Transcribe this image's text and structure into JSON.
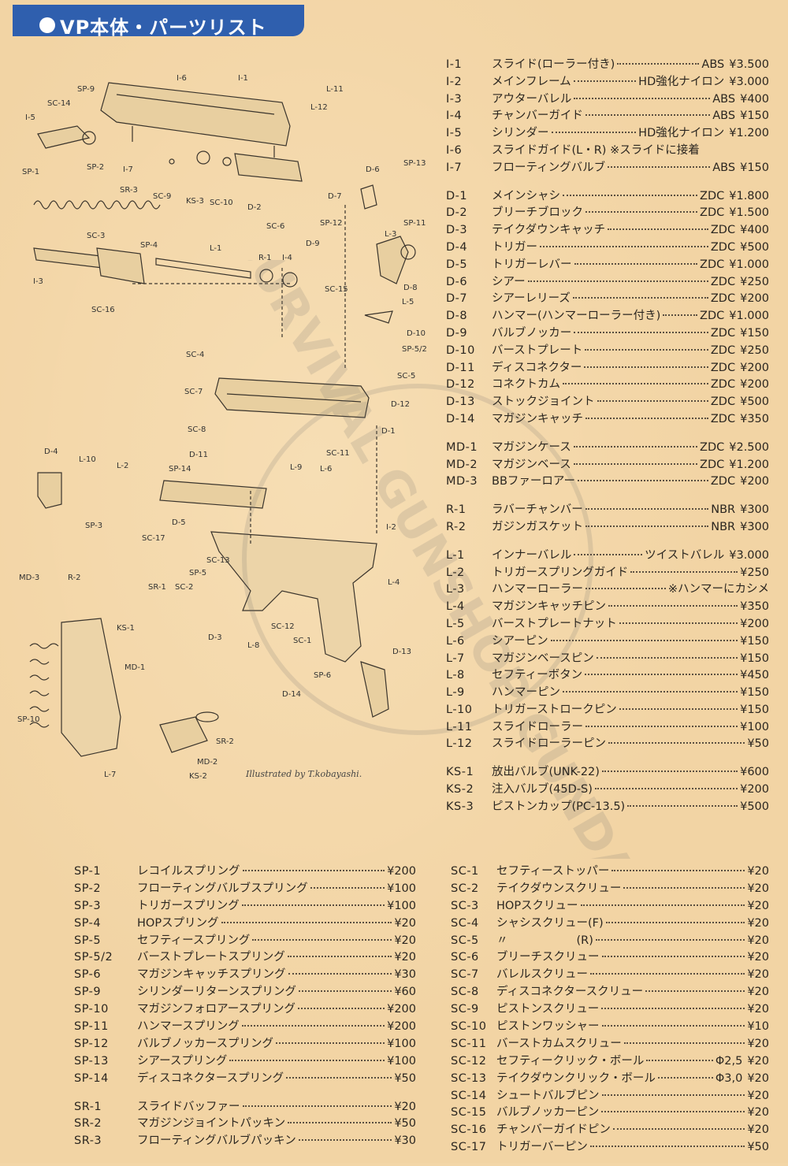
{
  "title": "VP本体・パーツリスト",
  "credit": "Illustrated by T.kobayashi.",
  "watermark": "TOTAL SURVIVAL GUNSHOP GUNDAY .com",
  "diagram_labels": [
    "I-6",
    "I-1",
    "SP-9",
    "L-11",
    "SC-14",
    "L-12",
    "I-5",
    "SP-2",
    "I-7",
    "SR-3",
    "SC-9",
    "KS-3",
    "SC-10",
    "D-2",
    "SP-1",
    "SC-6",
    "D-6",
    "SP-13",
    "D-7",
    "SP-12",
    "SP-11",
    "L-3",
    "SC-3",
    "SP-4",
    "L-1",
    "D-9",
    "R-1",
    "I-4",
    "I-3",
    "SC-16",
    "SC-15",
    "D-8",
    "L-5",
    "D-10",
    "SP-5/2",
    "SC-4",
    "SC-5",
    "SC-7",
    "D-12",
    "D-1",
    "SC-11",
    "L-9",
    "L-6",
    "SC-8",
    "D-11",
    "D-4",
    "L-10",
    "L-2",
    "SP-14",
    "SP-3",
    "D-5",
    "SC-17",
    "I-2",
    "SC-13",
    "SP-5",
    "SR-1",
    "SC-2",
    "MD-3",
    "R-2",
    "L-4",
    "KS-1",
    "D-3",
    "SC-12",
    "MD-1",
    "L-8",
    "SC-1",
    "D-13",
    "SP-6",
    "D-14",
    "SP-10",
    "SR-2",
    "MD-2",
    "L-7",
    "KS-2"
  ],
  "parts_right": [
    [
      {
        "code": "I-1",
        "name": "スライド(ローラー付き)",
        "spec": "ABS",
        "price": "¥3.500"
      },
      {
        "code": "I-2",
        "name": "メインフレーム",
        "spec": "HD強化ナイロン",
        "price": "¥3.000"
      },
      {
        "code": "I-3",
        "name": "アウターバレル",
        "spec": "ABS",
        "price": "¥400"
      },
      {
        "code": "I-4",
        "name": "チャンバーガイド",
        "spec": "ABS",
        "price": "¥150"
      },
      {
        "code": "I-5",
        "name": "シリンダー",
        "spec": "HD強化ナイロン",
        "price": "¥1.200"
      },
      {
        "code": "I-6",
        "name": "スライドガイド(L・R) ※スライドに接着",
        "spec": "",
        "price": ""
      },
      {
        "code": "I-7",
        "name": "フローティングバルブ",
        "spec": "ABS",
        "price": "¥150"
      }
    ],
    [
      {
        "code": "D-1",
        "name": "メインシャシ",
        "spec": "ZDC",
        "price": "¥1.800"
      },
      {
        "code": "D-2",
        "name": "ブリーチブロック",
        "spec": "ZDC",
        "price": "¥1.500"
      },
      {
        "code": "D-3",
        "name": "テイクダウンキャッチ",
        "spec": "ZDC",
        "price": "¥400"
      },
      {
        "code": "D-4",
        "name": "トリガー",
        "spec": "ZDC",
        "price": "¥500"
      },
      {
        "code": "D-5",
        "name": "トリガーレバー",
        "spec": "ZDC",
        "price": "¥1.000"
      },
      {
        "code": "D-6",
        "name": "シアー",
        "spec": "ZDC",
        "price": "¥250"
      },
      {
        "code": "D-7",
        "name": "シアーレリーズ",
        "spec": "ZDC",
        "price": "¥200"
      },
      {
        "code": "D-8",
        "name": "ハンマー(ハンマーローラー付き)",
        "spec": "ZDC",
        "price": "¥1.000"
      },
      {
        "code": "D-9",
        "name": "バルブノッカー",
        "spec": "ZDC",
        "price": "¥150"
      },
      {
        "code": "D-10",
        "name": "バーストプレート",
        "spec": "ZDC",
        "price": "¥250"
      },
      {
        "code": "D-11",
        "name": "ディスコネクター",
        "spec": "ZDC",
        "price": "¥200"
      },
      {
        "code": "D-12",
        "name": "コネクトカム",
        "spec": "ZDC",
        "price": "¥200"
      },
      {
        "code": "D-13",
        "name": "ストックジョイント",
        "spec": "ZDC",
        "price": "¥500"
      },
      {
        "code": "D-14",
        "name": "マガジンキャッチ",
        "spec": "ZDC",
        "price": "¥350"
      }
    ],
    [
      {
        "code": "MD-1",
        "name": "マガジンケース",
        "spec": "ZDC",
        "price": "¥2.500"
      },
      {
        "code": "MD-2",
        "name": "マガジンベース",
        "spec": "ZDC",
        "price": "¥1.200"
      },
      {
        "code": "MD-3",
        "name": "BBファーロアー",
        "spec": "ZDC",
        "price": "¥200"
      }
    ],
    [
      {
        "code": "R-1",
        "name": "ラバーチャンバー",
        "spec": "NBR",
        "price": "¥300"
      },
      {
        "code": "R-2",
        "name": "ガジンガスケット",
        "spec": "NBR",
        "price": "¥300"
      }
    ],
    [
      {
        "code": "L-1",
        "name": "インナーバレル",
        "spec": "ツイストバレル",
        "price": "¥3.000"
      },
      {
        "code": "L-2",
        "name": "トリガースプリングガイド",
        "spec": "",
        "price": "¥250"
      },
      {
        "code": "L-3",
        "name": "ハンマーローラー",
        "spec": "",
        "price": "※ハンマーにカシメ"
      },
      {
        "code": "L-4",
        "name": "マガジンキャッチピン",
        "spec": "",
        "price": "¥350"
      },
      {
        "code": "L-5",
        "name": "バーストプレートナット",
        "spec": "",
        "price": "¥200"
      },
      {
        "code": "L-6",
        "name": "シアーピン",
        "spec": "",
        "price": "¥150"
      },
      {
        "code": "L-7",
        "name": "マガジンベースピン",
        "spec": "",
        "price": "¥150"
      },
      {
        "code": "L-8",
        "name": "セフティーボタン",
        "spec": "",
        "price": "¥450"
      },
      {
        "code": "L-9",
        "name": "ハンマーピン",
        "spec": "",
        "price": "¥150"
      },
      {
        "code": "L-10",
        "name": "トリガーストロークピン",
        "spec": "",
        "price": "¥150"
      },
      {
        "code": "L-11",
        "name": "スライドローラー",
        "spec": "",
        "price": "¥100"
      },
      {
        "code": "L-12",
        "name": "スライドローラーピン",
        "spec": "",
        "price": "¥50"
      }
    ],
    [
      {
        "code": "KS-1",
        "name": "放出バルブ(UNK-22)",
        "spec": "",
        "price": "¥600"
      },
      {
        "code": "KS-2",
        "name": "注入バルブ(45D-S)",
        "spec": "",
        "price": "¥200"
      },
      {
        "code": "KS-3",
        "name": "ピストンカップ(PC-13.5)",
        "spec": "",
        "price": "¥500"
      }
    ]
  ],
  "parts_sp": [
    [
      {
        "code": "SP-1",
        "name": "レコイルスプリング",
        "spec": "",
        "price": "¥200"
      },
      {
        "code": "SP-2",
        "name": "フローティングバルブスプリング",
        "spec": "",
        "price": "¥100"
      },
      {
        "code": "SP-3",
        "name": "トリガースプリング",
        "spec": "",
        "price": "¥100"
      },
      {
        "code": "SP-4",
        "name": "HOPスプリング",
        "spec": "",
        "price": "¥20"
      },
      {
        "code": "SP-5",
        "name": "セフティースプリング",
        "spec": "",
        "price": "¥20"
      },
      {
        "code": "SP-5/2",
        "name": "バーストプレートスプリング",
        "spec": "",
        "price": "¥20"
      },
      {
        "code": "SP-6",
        "name": "マガジンキャッチスプリング",
        "spec": "",
        "price": "¥30"
      },
      {
        "code": "SP-9",
        "name": "シリンダーリターンスプリング",
        "spec": "",
        "price": "¥60"
      },
      {
        "code": "SP-10",
        "name": "マガジンフォロアースプリング",
        "spec": "",
        "price": "¥200"
      },
      {
        "code": "SP-11",
        "name": "ハンマースプリング",
        "spec": "",
        "price": "¥200"
      },
      {
        "code": "SP-12",
        "name": "バルブノッカースプリング",
        "spec": "",
        "price": "¥100"
      },
      {
        "code": "SP-13",
        "name": "シアースプリング",
        "spec": "",
        "price": "¥100"
      },
      {
        "code": "SP-14",
        "name": "ディスコネクタースプリング",
        "spec": "",
        "price": "¥50"
      }
    ],
    [
      {
        "code": "SR-1",
        "name": "スライドバッファー",
        "spec": "",
        "price": "¥20"
      },
      {
        "code": "SR-2",
        "name": "マガジンジョイントパッキン",
        "spec": "",
        "price": "¥50"
      },
      {
        "code": "SR-3",
        "name": "フローティングバルブパッキン",
        "spec": "",
        "price": "¥30"
      }
    ]
  ],
  "parts_sc": [
    [
      {
        "code": "SC-1",
        "name": "セフティーストッパー",
        "spec": "",
        "price": "¥20"
      },
      {
        "code": "SC-2",
        "name": "テイクダウンスクリュー",
        "spec": "",
        "price": "¥20"
      },
      {
        "code": "SC-3",
        "name": "HOPスクリュー",
        "spec": "",
        "price": "¥20"
      },
      {
        "code": "SC-4",
        "name": "シャシスクリュー(F)",
        "spec": "",
        "price": "¥20"
      },
      {
        "code": "SC-5",
        "name": "〃　　　　　　(R)",
        "spec": "",
        "price": "¥20"
      },
      {
        "code": "SC-6",
        "name": "ブリーチスクリュー",
        "spec": "",
        "price": "¥20"
      },
      {
        "code": "SC-7",
        "name": "バレルスクリュー",
        "spec": "",
        "price": "¥20"
      },
      {
        "code": "SC-8",
        "name": "ディスコネクタースクリュー",
        "spec": "",
        "price": "¥20"
      },
      {
        "code": "SC-9",
        "name": "ピストンスクリュー",
        "spec": "",
        "price": "¥20"
      },
      {
        "code": "SC-10",
        "name": "ピストンワッシャー",
        "spec": "",
        "price": "¥10"
      },
      {
        "code": "SC-11",
        "name": "バーストカムスクリュー",
        "spec": "",
        "price": "¥20"
      },
      {
        "code": "SC-12",
        "name": "セフティークリック・ボール",
        "spec": "Φ2,5",
        "price": "¥20"
      },
      {
        "code": "SC-13",
        "name": "テイクダウンクリック・ボール",
        "spec": "Φ3,0",
        "price": "¥20"
      },
      {
        "code": "SC-14",
        "name": "シュートバルブピン",
        "spec": "",
        "price": "¥20"
      },
      {
        "code": "SC-15",
        "name": "バルブノッカーピン",
        "spec": "",
        "price": "¥20"
      },
      {
        "code": "SC-16",
        "name": "チャンバーガイドピン",
        "spec": "",
        "price": "¥20"
      },
      {
        "code": "SC-17",
        "name": "トリガーバーピン",
        "spec": "",
        "price": "¥50"
      }
    ]
  ],
  "colors": {
    "title_bg": "#2f5fae",
    "page_bg": "#f2d4a4",
    "text": "#2b2620"
  }
}
